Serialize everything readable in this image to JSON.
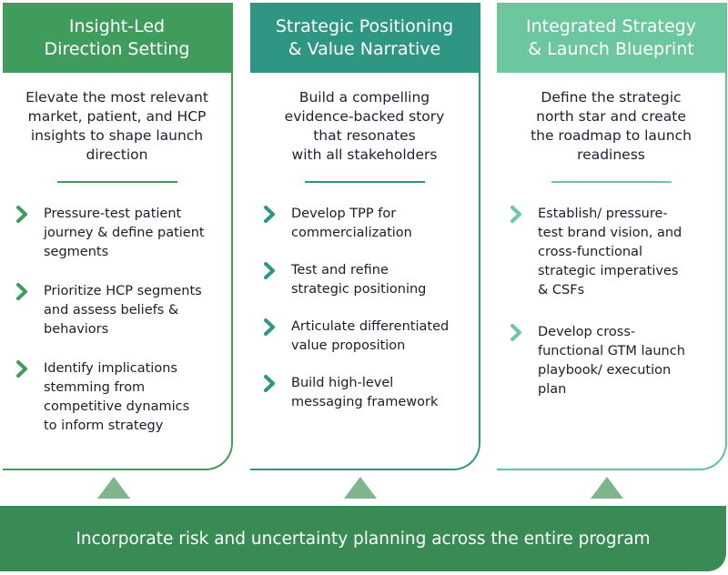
{
  "columns": [
    {
      "title": "Insight-Led\nDirection Setting",
      "summary": "Elevate the most relevant\nmarket, patient, and HCP\ninsights to shape launch\ndirection",
      "bullets": [
        "Pressure-test patient\njourney & define patient\nsegments",
        "Prioritize HCP segments\nand assess beliefs &\nbehaviors",
        "Identify implications\nstemming from\ncompetitive dynamics\nto inform strategy"
      ]
    },
    {
      "title": "Strategic Positioning\n& Value Narrative",
      "summary": "Build a compelling\nevidence-backed story\nthat resonates\nwith all stakeholders",
      "bullets": [
        "Develop TPP for\ncommercialization",
        "Test and refine\nstrategic positioning",
        "Articulate differentiated\nvalue proposition",
        "Build high-level\nmessaging framework"
      ]
    },
    {
      "title": "Integrated Strategy\n& Launch Blueprint",
      "summary": "Define the strategic\nnorth star and create\nthe roadmap to launch\nreadiness",
      "bullets": [
        "Establish/ pressure-\ntest brand vision, and\ncross-functional\nstrategic imperatives\n& CSFs",
        "Develop cross-\nfunctional GTM launch\nplaybook/ execution\nplan"
      ]
    }
  ],
  "banner": {
    "text": "Incorporate risk and uncertainty planning across the entire program"
  },
  "colors": {
    "green_dark": "#3f9c5c",
    "teal": "#2f9684",
    "green_light": "#6cc79e",
    "banner": "#3a8a55",
    "arrow": "#7fb58d"
  },
  "icons": {
    "bullet": "chevron-right-icon",
    "connector": "triangle-up-icon"
  }
}
